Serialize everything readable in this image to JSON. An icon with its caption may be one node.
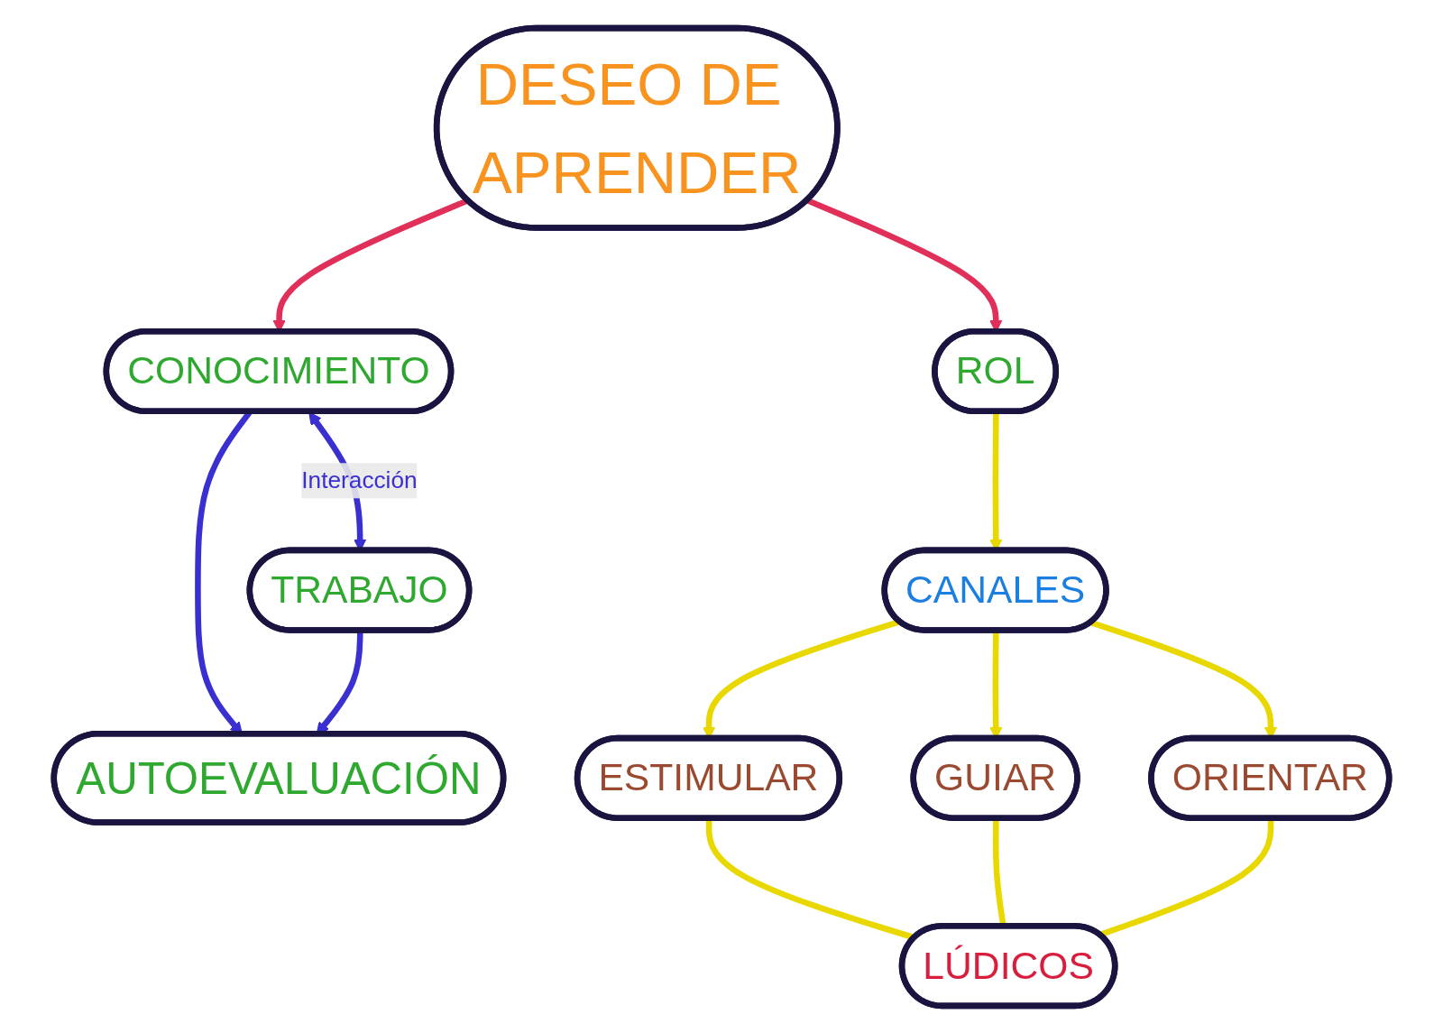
{
  "diagram": {
    "nodes": [
      {
        "text": [
          "DESEO DE APRENDER"
        ]
      },
      {
        "text": [
          "CONOCIMIENTO"
        ]
      },
      {
        "text": [
          "TRABAJO"
        ]
      },
      {
        "text": [
          "AUTOEVALUACIÓN"
        ]
      },
      {
        "text": [
          "ROL"
        ]
      },
      {
        "text": [
          "CANALES"
        ]
      },
      {
        "text": [
          "ESTIMULAR"
        ]
      },
      {
        "text": [
          "GUIAR"
        ]
      },
      {
        "text": [
          "ORIENTAR"
        ]
      },
      {
        "text": [
          "LÚDICOS"
        ]
      }
    ],
    "edges": [
      {
        "from": 0,
        "to": 1,
        "arrow": "to",
        "color": "#e0305a"
      },
      {
        "from": 0,
        "to": 4,
        "arrow": "to",
        "color": "#e0305a"
      },
      {
        "from": 1,
        "to": 2,
        "arrow": "both",
        "label": "Interacción",
        "color": "#3a2fd0"
      },
      {
        "from": 1,
        "to": 3,
        "arrow": "to",
        "color": "#3a2fd0"
      },
      {
        "from": 2,
        "to": 3,
        "arrow": "to",
        "color": "#3a2fd0"
      },
      {
        "from": 4,
        "to": 5,
        "arrow": "to"
      },
      {
        "from": 5,
        "to": 6,
        "arrow": "to"
      },
      {
        "from": 5,
        "to": 7,
        "arrow": "to"
      },
      {
        "from": 5,
        "to": 8,
        "arrow": "to"
      },
      {
        "from": 6,
        "to": 9,
        "arrow": "none"
      },
      {
        "from": 7,
        "to": 9,
        "arrow": "none"
      },
      {
        "from": 8,
        "to": 9,
        "arrow": "none"
      }
    ]
  }
}
